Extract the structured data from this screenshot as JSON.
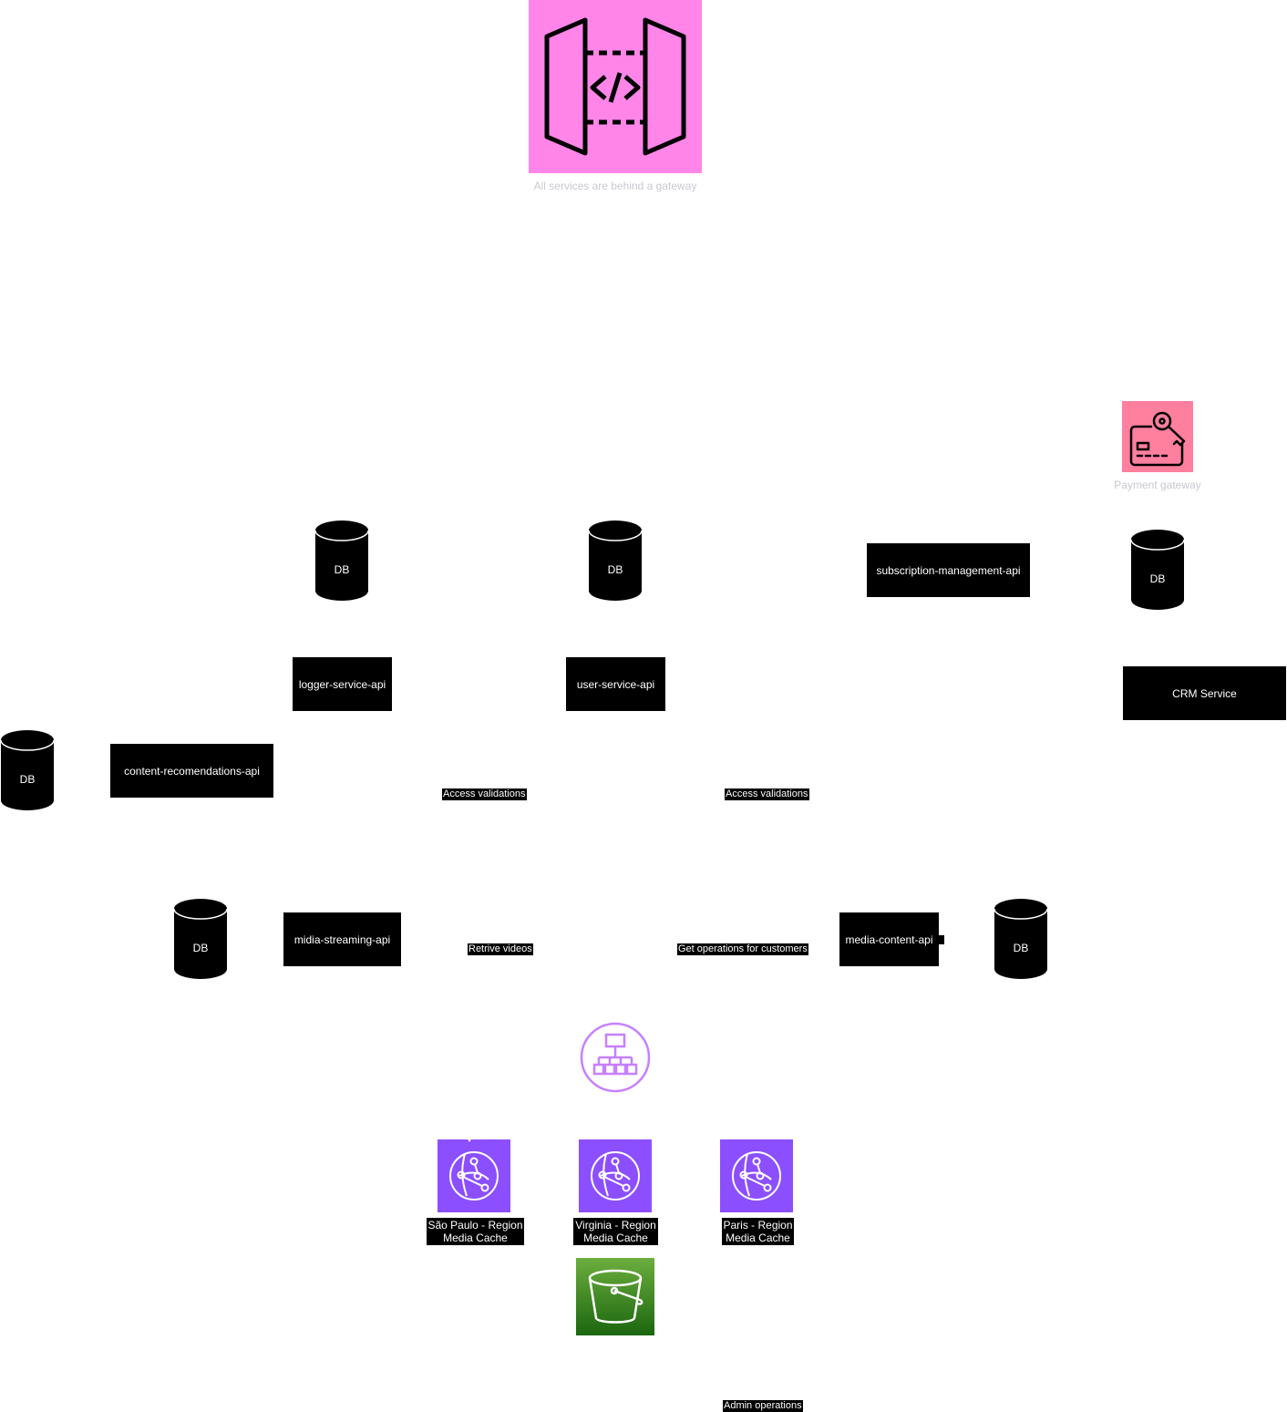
{
  "gateway": {
    "caption": "All services are behind a gateway",
    "icon": "api-gateway-icon",
    "color": "#ff85e8"
  },
  "payment": {
    "caption": "Payment gateway",
    "icon": "payment-card-key-icon",
    "color": "#ff7f9e"
  },
  "services": {
    "subscription": "subscription-management-api",
    "crm": "CRM Service",
    "logger": "logger-service-api",
    "user": "user-service-api",
    "recommendations": "content-recomendations-api",
    "streaming": "midia-streaming-api",
    "media_content": "media-content-api"
  },
  "db_label": "DB",
  "edge_labels": {
    "access_left": "Access validations",
    "access_right": "Access validations",
    "retrieve": "Retrive videos",
    "get_ops": "Get operations for customers",
    "admin_ops": "Admin operations"
  },
  "load_balancer": {
    "icon": "load-balancer-icon",
    "color": "#c780ff"
  },
  "caches": [
    {
      "name": "São Paulo - Region Media Cache",
      "line1": "São Paulo - Region",
      "line2": "Media Cache"
    },
    {
      "name": "Virginia - Region Media Cache",
      "line1": "Virginia - Region",
      "line2": "Media Cache"
    },
    {
      "name": "Paris - Region Media Cache",
      "line1": "Paris - Region",
      "line2": "Media Cache"
    }
  ],
  "storage": {
    "icon": "s3-bucket-icon",
    "color": "#3f8624"
  },
  "colors": {
    "cache": "#8c4fff",
    "node": "#000000",
    "label_text": "#ffffff"
  }
}
